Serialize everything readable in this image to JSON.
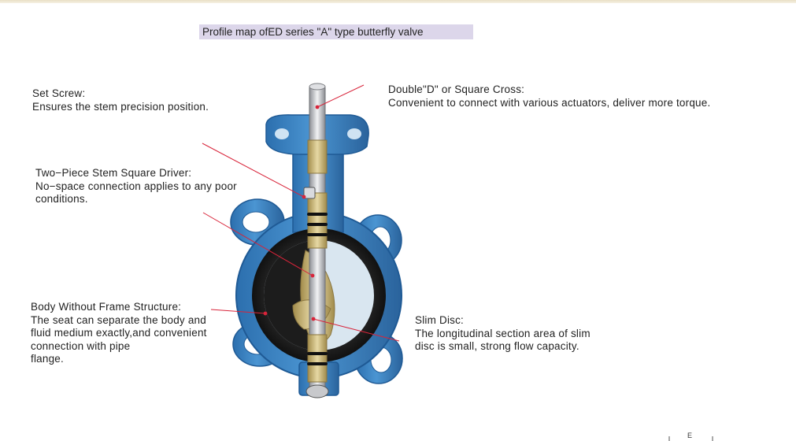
{
  "title": "Profile map ofED series \"A\" type butterfly valve",
  "callouts": {
    "set_screw": {
      "heading": "Set Screw:",
      "lines": [
        "Ensures the stem precision position."
      ]
    },
    "double_d": {
      "heading": "Double\"D\" or Square Cross:",
      "lines": [
        "Convenient to connect with various actuators, deliver more torque."
      ]
    },
    "two_piece": {
      "heading": "Two−Piece Stem Square Driver:",
      "lines": [
        "No−space connection applies to any poor",
        "conditions."
      ]
    },
    "body_frame": {
      "heading": "Body Without Frame Structure:",
      "lines": [
        "The seat can separate the body and",
        "fluid medium exactly,and convenient",
        "connection with pipe",
        "flange."
      ]
    },
    "slim_disc": {
      "heading": "Slim Disc:",
      "lines": [
        "The longitudinal section area of slim",
        "disc is small, strong flow capacity."
      ]
    }
  },
  "footer_mark": "E",
  "colors": {
    "body_blue": "#3f86c6",
    "body_dark": "#1f5a95",
    "seat_black": "#1b1b1b",
    "disc_brass": "#cdbb7e",
    "stem_steel": "#c9cbd0",
    "leader_red": "#d8243a"
  }
}
